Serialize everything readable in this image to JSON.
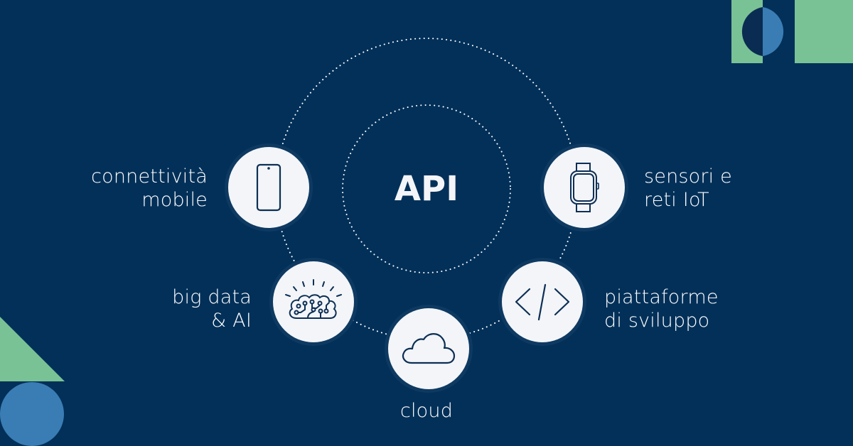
{
  "title": "API",
  "colors": {
    "background": "#023059",
    "node_fill": "#f3f5f8",
    "icon_stroke": "#0d2f55",
    "green": "#79c296",
    "blue": "#3a7db4",
    "dark_circle": "#0a2c52"
  },
  "nodes": [
    {
      "id": "mobile",
      "icon": "smartphone-icon",
      "label_lines": [
        "connettività",
        "mobile"
      ]
    },
    {
      "id": "iot",
      "icon": "smartwatch-icon",
      "label_lines": [
        "sensori e",
        "reti IoT"
      ]
    },
    {
      "id": "bigdata",
      "icon": "brain-circuit-icon",
      "label_lines": [
        "big data",
        "& AI"
      ]
    },
    {
      "id": "dev",
      "icon": "code-icon",
      "label_lines": [
        "piattaforme",
        "di sviluppo"
      ]
    },
    {
      "id": "cloud",
      "icon": "cloud-icon",
      "label_lines": [
        "cloud"
      ]
    }
  ]
}
